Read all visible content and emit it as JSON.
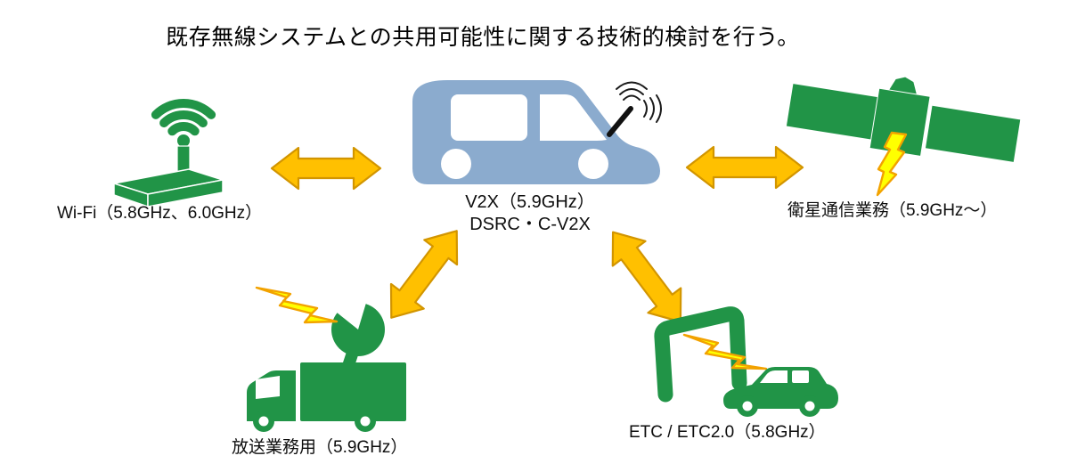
{
  "title": "既存無線システムとの共用可能性に関する技術的検討を行う。",
  "center_node": {
    "line1": "V2X（5.9GHz）",
    "line2": "DSRC・C-V2X"
  },
  "nodes": {
    "wifi": {
      "label": "Wi-Fi（5.8GHz、6.0GHz）"
    },
    "satellite": {
      "label": "衛星通信業務（5.9GHz～）"
    },
    "broadcast": {
      "label": "放送業務用（5.9GHz）"
    },
    "etc": {
      "label": "ETC / ETC2.0（5.8GHz）"
    }
  },
  "icons": [
    "wifi-router-icon",
    "v2x-car-icon",
    "satellite-icon",
    "broadcast-truck-icon",
    "etc-gate-icon",
    "lightning-bolt-icon",
    "double-arrow-icon"
  ],
  "colors": {
    "green": "#219447",
    "car_blue": "#8BABCE",
    "arrow_fill": "#FFC000",
    "arrow_stroke": "#D29500",
    "bolt_fill": "#FFFF00",
    "bolt_stroke": "#F2A200"
  }
}
